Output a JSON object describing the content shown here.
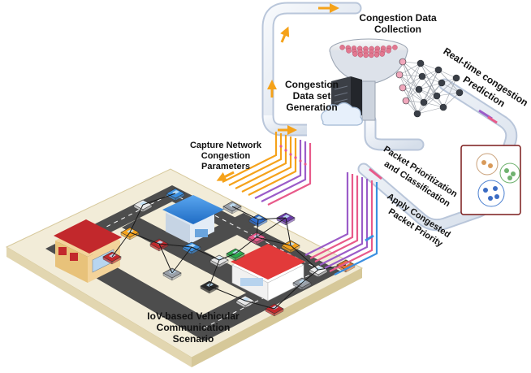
{
  "labels": {
    "collection_line1": "Congestion Data",
    "collection_line2": "Collection",
    "dataset_line1": "Congestion",
    "dataset_line2": "Data set",
    "dataset_line3": "Generation",
    "prediction_line1": "Real-time congestion",
    "prediction_line2": "Prediction",
    "capture_line1": "Capture Network",
    "capture_line2": "Congestion",
    "capture_line3": "Parameters",
    "prioritization_line1": "Packet Prioritization",
    "prioritization_line2": "and Classification",
    "apply_line1": "Apply Congested",
    "apply_line2": "Packet Priority",
    "scenario_line1": "IoV-based Vehicular",
    "scenario_line2": "Communication",
    "scenario_line3": "Scenario"
  },
  "colors": {
    "pipe": "#e9eef6",
    "pipe_edge": "#b9c6da",
    "flow_orange": "#f5a21a",
    "flow_purple": "#9b5cc8",
    "flow_pink": "#e85a8a",
    "flow_blue": "#3b8fe0",
    "road": "#4d4d4d",
    "ground": "#f2ecd8",
    "ground_side": "#e2d6b0",
    "cluster_border": "#7a1a1a"
  },
  "icons": {
    "collection": "satellite-dish-icon",
    "server": "server-icon",
    "cloud": "cloud-icon",
    "neural_network": "neural-network-icon",
    "cluster": "cluster-icon"
  }
}
